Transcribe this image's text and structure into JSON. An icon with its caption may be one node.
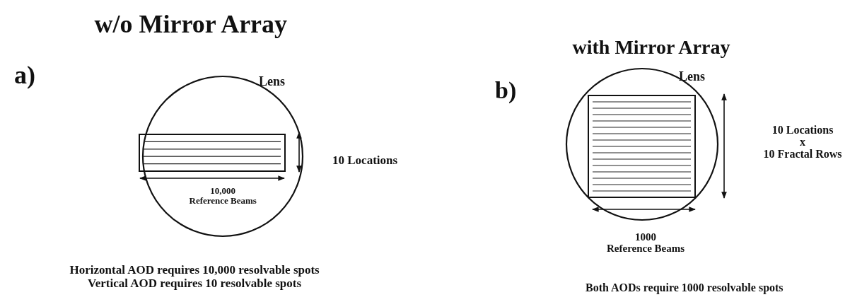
{
  "diagram": {
    "labels": [
      "w/o Mirror Array",
      "with Mirror Array",
      "a)",
      "Lens",
      "b)",
      "Lens",
      "10 Locations",
      "10 Locations x 10 Fractal Rows",
      "10,000 Reference Beams",
      "1000 Reference Beams",
      "Horizontal AOD requires 10,000 resolvable spots",
      "Vertical AOD requires 10 resolvable spots",
      "Both AODs require 1000 resolvable spots"
    ]
  }
}
